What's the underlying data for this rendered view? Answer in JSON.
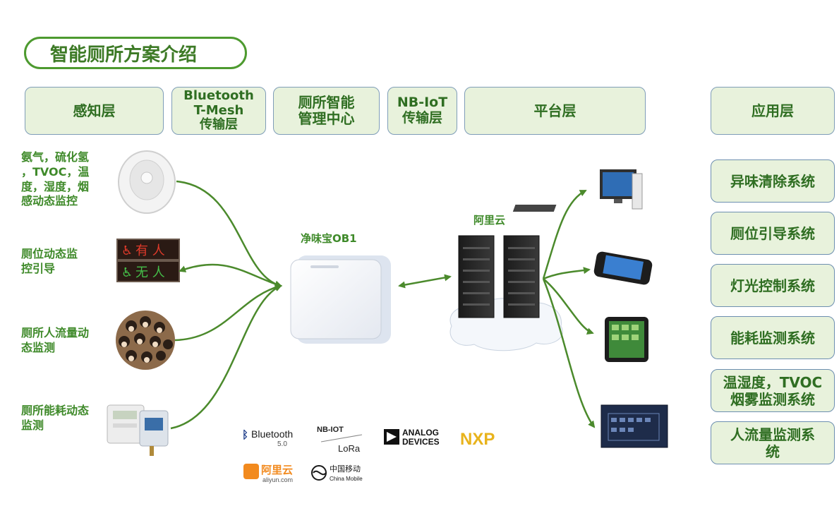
{
  "title": "智能厕所方案介绍",
  "layers": {
    "sensing": "感知层",
    "bt_line1": "Bluetooth",
    "bt_line2": "T-Mesh",
    "bt_line3": "传输层",
    "center_line1": "厕所智能",
    "center_line2": "管理中心",
    "nb_line1": "NB-IoT",
    "nb_line2": "传输层",
    "platform": "平台层",
    "application": "应用层"
  },
  "sensors": [
    {
      "lines": [
        "氨气，硫化氢",
        "，TVOC，温",
        "度，湿度，烟",
        "感动态监控"
      ]
    },
    {
      "lines": [
        "厕位动态监",
        "控引导"
      ]
    },
    {
      "lines": [
        "厕所人流量动",
        "态监测"
      ]
    },
    {
      "lines": [
        "厕所能耗动态",
        "监测"
      ]
    }
  ],
  "sign": {
    "occupied": "有 人",
    "vacant": "无 人"
  },
  "device_label": "净味宝OB1",
  "cloud_label": "阿里云",
  "apps": [
    {
      "lines": [
        "异味清除系统"
      ]
    },
    {
      "lines": [
        "厕位引导系统"
      ]
    },
    {
      "lines": [
        "灯光控制系统"
      ]
    },
    {
      "lines": [
        "能耗监测系统"
      ]
    },
    {
      "lines": [
        "温湿度，TVOC",
        "烟雾监测系统"
      ]
    },
    {
      "lines": [
        "人流量监测系",
        "统"
      ]
    }
  ],
  "logos": {
    "bluetooth": "Bluetooth",
    "bluetooth_ver": "5.0",
    "nbiot": "NB-IOT",
    "lora": "LoRa",
    "analog1": "ANALOG",
    "analog2": "DEVICES",
    "nxp": "NXP",
    "aliyun": "阿里云",
    "aliyun_url": "aliyun.com",
    "cmcc_cn": "中国移动",
    "cmcc_en": "China Mobile"
  },
  "colors": {
    "accent": "#4d9a2f",
    "box_fill": "#e8f2dc",
    "arrow": "#4b8a2c"
  }
}
